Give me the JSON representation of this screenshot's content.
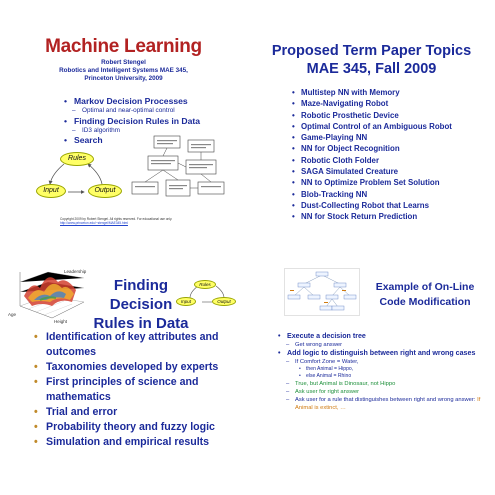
{
  "slide1": {
    "title": "Machine Learning",
    "author": "Robert Stengel",
    "course": "Robotics and Intelligent Systems MAE 345,",
    "university": "Princeton University, 2009",
    "bullets": [
      {
        "text": "Markov Decision Processes",
        "sub": [
          "Optimal and near-optimal control"
        ]
      },
      {
        "text": "Finding Decision Rules in Data",
        "sub": [
          "ID3 algorithm"
        ]
      },
      {
        "text": "Search",
        "sub": []
      }
    ],
    "diagram": {
      "rules": "Rules",
      "input": "Input",
      "output": "Output"
    },
    "copyright": "Copyright 2009 by Robert Stengel. All rights reserved. For educational use only.",
    "copyright_link": "http://www.princeton.edu/~stengel/MAE345.html"
  },
  "slide2": {
    "title_line1": "Proposed Term Paper Topics",
    "title_line2": "MAE 345, Fall 2009",
    "topics": [
      "Multistep NN with Memory",
      "Maze-Navigating Robot",
      "Robotic Prosthetic Device",
      "Optimal Control of an Ambiguous Robot",
      "Game-Playing NN",
      "NN for Object Recognition",
      "Robotic Cloth Folder",
      "SAGA Simulated Creature",
      "NN to Optimize Problem Set Solution",
      "Blob-Tracking NN",
      "Dust-Collecting Robot that Learns",
      "NN for Stock Return Prediction"
    ]
  },
  "slide3": {
    "title_line1": "Finding Decision",
    "title_line2": "Rules in Data",
    "plot_labels": {
      "z": "Leadership",
      "x": "Age",
      "y": "Height"
    },
    "diagram": {
      "rules": "Rules",
      "input": "Input",
      "output": "Output"
    },
    "bullets": [
      "Identification of key attributes and outcomes",
      "Taxonomies developed by experts",
      "First principles of  science and mathematics",
      "Trial and error",
      "Probability theory and fuzzy logic",
      "Simulation and empirical results"
    ]
  },
  "slide4": {
    "title_line1": "Example of On-Line",
    "title_line2": "Code Modification",
    "b1": "Execute a decision tree",
    "b1_sub": "Get wrong answer",
    "b2": "Add logic to distinguish between right and wrong cases",
    "if_line": "If Comfort Zone = Water,",
    "then_line": "then Animal = Hippo,",
    "else_line": "else Animal = Rhino",
    "true_line": "True, but Animal is Dinosaur, not Hippo",
    "ask_line": "Ask user for right answer",
    "rule_line_1": "Ask user for a rule that distinguishes between right and wrong answer:",
    "rule_line_2": "If Animal is extinct, …",
    "colors": {
      "blue": "#1b2a9a",
      "green": "#1d8f3a",
      "orange": "#d07a10",
      "red": "#b22222"
    }
  }
}
